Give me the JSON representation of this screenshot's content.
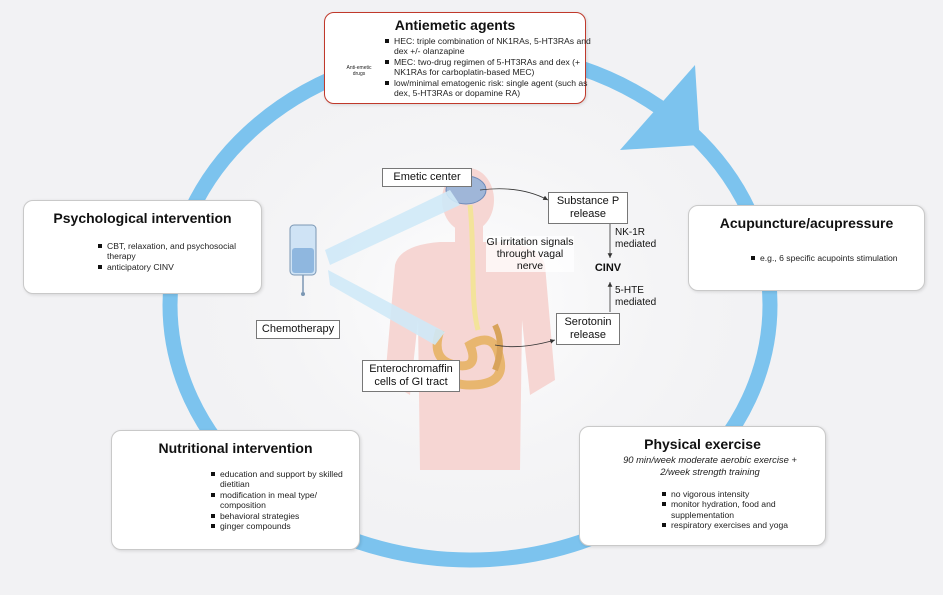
{
  "center": {
    "emetic_center": "Emetic center",
    "substance_p": "Substance P release",
    "gi_irritation": "GI irritation signals throught vagal nerve",
    "nk1r": "NK-1R mediated",
    "cinv": "CINV",
    "ht_mediated": "5-HTE mediated",
    "serotonin": "Serotonin release",
    "chemotherapy": "Chemotherapy",
    "enterochromaffin": "Enterochromaffin cells of GI tract"
  },
  "antiemetic": {
    "title": "Antiemetic agents",
    "bottle_label": "Anti-emetic drugs",
    "items": [
      "HEC: triple combination of NK1RAs, 5-HT3RAs and dex +/- olanzapine",
      "MEC: two-drug regimen of 5-HT3RAs and dex (+ NK1RAs for carboplatin-based MEC)",
      "low/minimal ematogenic risk: single agent (such as dex, 5-HT3RAs or dopamine RA)"
    ]
  },
  "psychological": {
    "title": "Psychological intervention",
    "items": [
      "CBT, relaxation, and psychosocial therapy",
      "anticipatory CINV"
    ]
  },
  "acupuncture": {
    "title": "Acupuncture/acupressure",
    "items": [
      "e.g., 6 specific acupoints stimulation"
    ]
  },
  "nutritional": {
    "title": "Nutritional intervention",
    "items": [
      "education and support by skilled dietitian",
      "modification in meal type/ composition",
      "behavioral strategies",
      "ginger compounds"
    ]
  },
  "physical": {
    "title": "Physical exercise",
    "subtitle": "90 min/week moderate aerobic exercise + 2/week strength training",
    "items": [
      "no vigorous intensity",
      "monitor hydration, food and supplementation",
      "respiratory exercises and yoga"
    ]
  },
  "colors": {
    "cycle_arrow": "#7cc3ee",
    "antiemetic_border": "#c0392b",
    "body": "#f6d6d3",
    "beam": "#cfe9f7"
  }
}
